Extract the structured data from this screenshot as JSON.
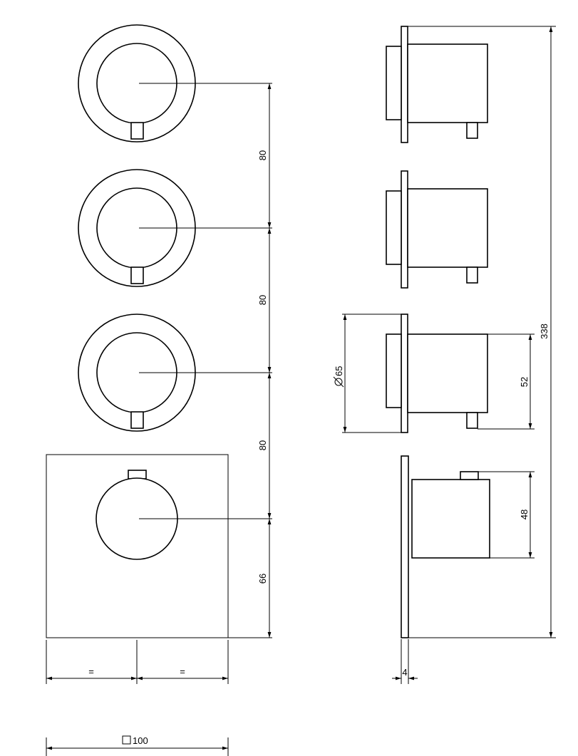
{
  "dimensions": {
    "spacing_1": "80",
    "spacing_2": "80",
    "spacing_3": "80",
    "bottom_offset": "66",
    "equal_left": "=",
    "equal_right": "=",
    "plate_size": "100",
    "overall_height": "338",
    "diameter": "65",
    "depth_knob": "52",
    "depth_thermostat": "48",
    "plate_thickness": "4"
  },
  "colors": {
    "line": "#000000",
    "background": "#ffffff"
  }
}
